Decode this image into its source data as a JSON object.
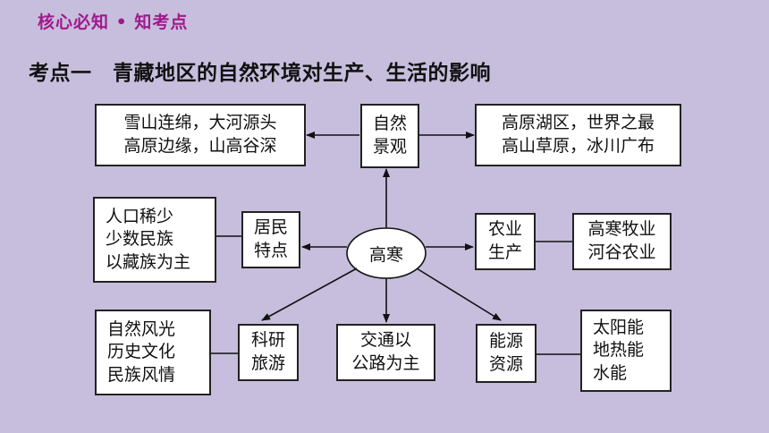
{
  "header": {
    "text": "核心必知 • 知考点"
  },
  "title": "考点一　青藏地区的自然环境对生产、生活的影响",
  "center": "高寒",
  "nodes": {
    "natural_landscape": [
      "自然",
      "景观"
    ],
    "landscape_left": [
      "雪山连绵，大河源头",
      "高原边缘，山高谷深"
    ],
    "landscape_right": [
      "高原湖区，世界之最",
      "高山草原，冰川广布"
    ],
    "residents": [
      "居民",
      "特点"
    ],
    "residents_detail": [
      "人口稀少",
      "少数民族",
      "以藏族为主"
    ],
    "agriculture": [
      "农业",
      "生产"
    ],
    "agriculture_detail": [
      "高寒牧业",
      "河谷农业"
    ],
    "research_tourism": [
      "科研",
      "旅游"
    ],
    "research_detail": [
      "自然风光",
      "历史文化",
      "民族风情"
    ],
    "transport": [
      "交通以",
      "公路为主"
    ],
    "energy": [
      "能源",
      "资源"
    ],
    "energy_detail": [
      "太阳能",
      "地热能",
      "水能"
    ]
  }
}
